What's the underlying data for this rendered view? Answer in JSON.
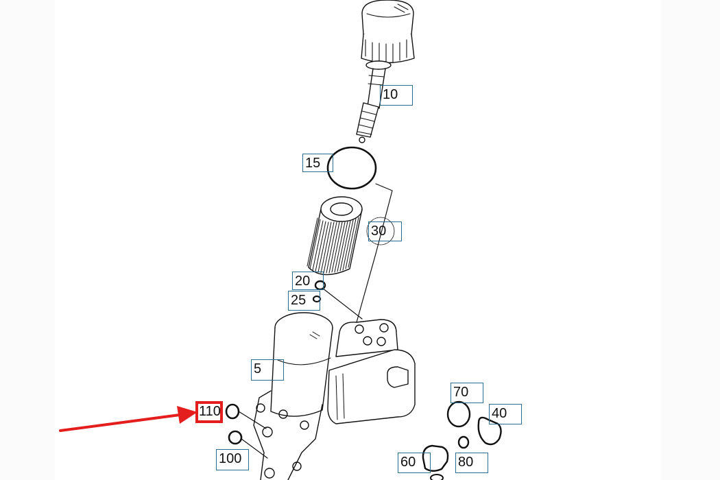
{
  "diagram": {
    "highlight_color": "#e41d1d",
    "callout_border_color": "#2a6d8f",
    "line_color": "#111111",
    "callouts": [
      {
        "key": "c10_top",
        "label": "10"
      },
      {
        "key": "c15",
        "label": "15"
      },
      {
        "key": "c30",
        "label": "30"
      },
      {
        "key": "c20",
        "label": "20"
      },
      {
        "key": "c25",
        "label": "25"
      },
      {
        "key": "c5",
        "label": "5"
      },
      {
        "key": "c110",
        "label": "110"
      },
      {
        "key": "c100",
        "label": "100"
      },
      {
        "key": "c70",
        "label": "70"
      },
      {
        "key": "c40",
        "label": "40"
      },
      {
        "key": "c60",
        "label": "60"
      },
      {
        "key": "c80",
        "label": "80"
      }
    ],
    "parts": {
      "filter_cap": "cap-icon",
      "dipstick": "dipstick-icon",
      "o_ring": "o-ring-icon",
      "filter_element": "filter-element-icon",
      "housing": "filter-housing-icon",
      "oil_cooler": "oil-cooler-icon",
      "arrow": "pointer-arrow-icon"
    }
  }
}
